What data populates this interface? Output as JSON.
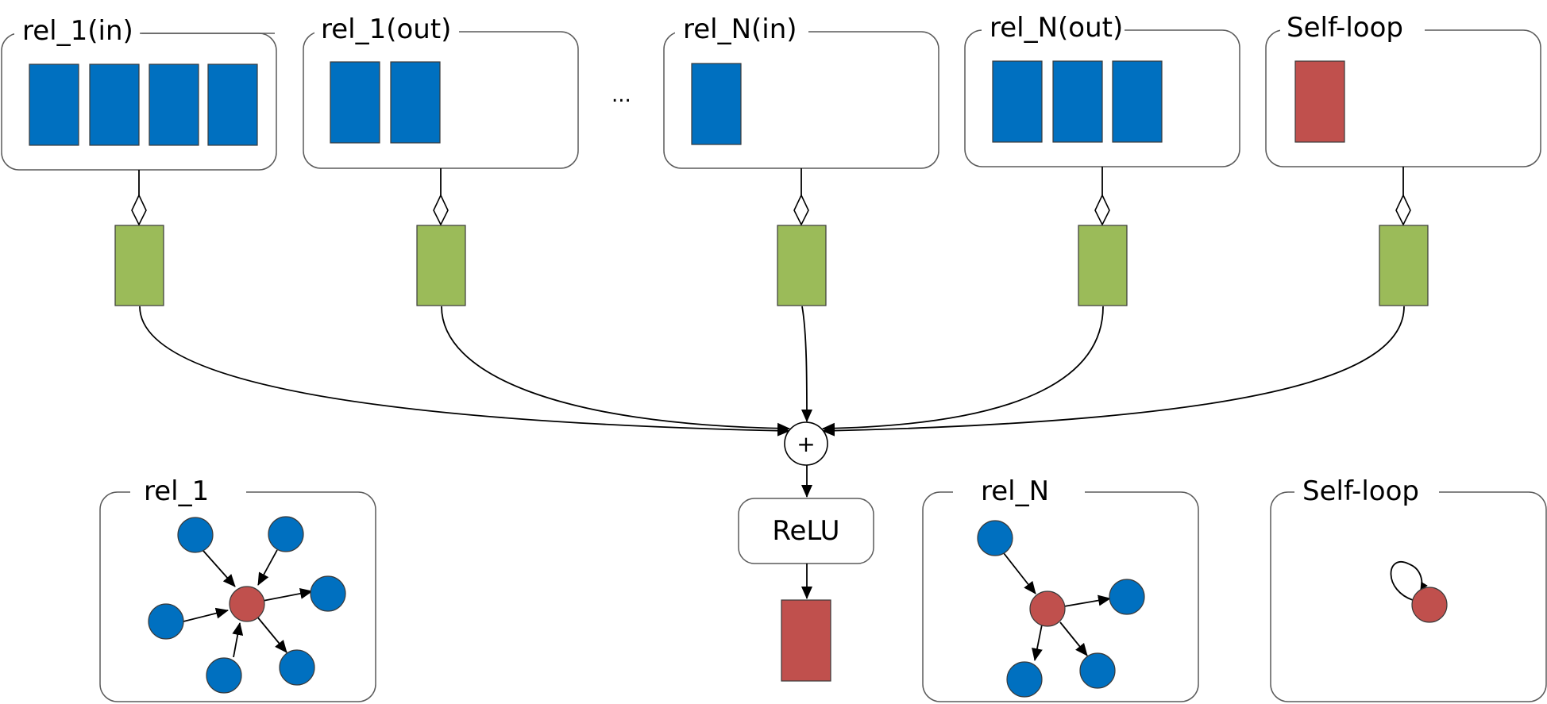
{
  "colors": {
    "edge_feature": "#0070C0",
    "self_feature": "#C0504D",
    "weight": "#9BBB59",
    "neighbor_node": "#0070C0",
    "center_node": "#C0504D"
  },
  "top_groups": [
    {
      "label": "rel_1(in)",
      "vectors": 4,
      "vector_color": "blue"
    },
    {
      "label": "rel_1(out)",
      "vectors": 2,
      "vector_color": "blue"
    },
    {
      "label": "rel_N(in)",
      "vectors": 1,
      "vector_color": "blue"
    },
    {
      "label": "rel_N(out)",
      "vectors": 3,
      "vector_color": "blue"
    },
    {
      "label": "Self-loop",
      "vectors": 1,
      "vector_color": "red"
    }
  ],
  "ellipsis": "...",
  "aggregate_symbol": "+",
  "activation": "ReLU",
  "bottom_groups": [
    {
      "label": "rel_1"
    },
    {
      "label": "rel_N"
    },
    {
      "label": "Self-loop"
    }
  ]
}
